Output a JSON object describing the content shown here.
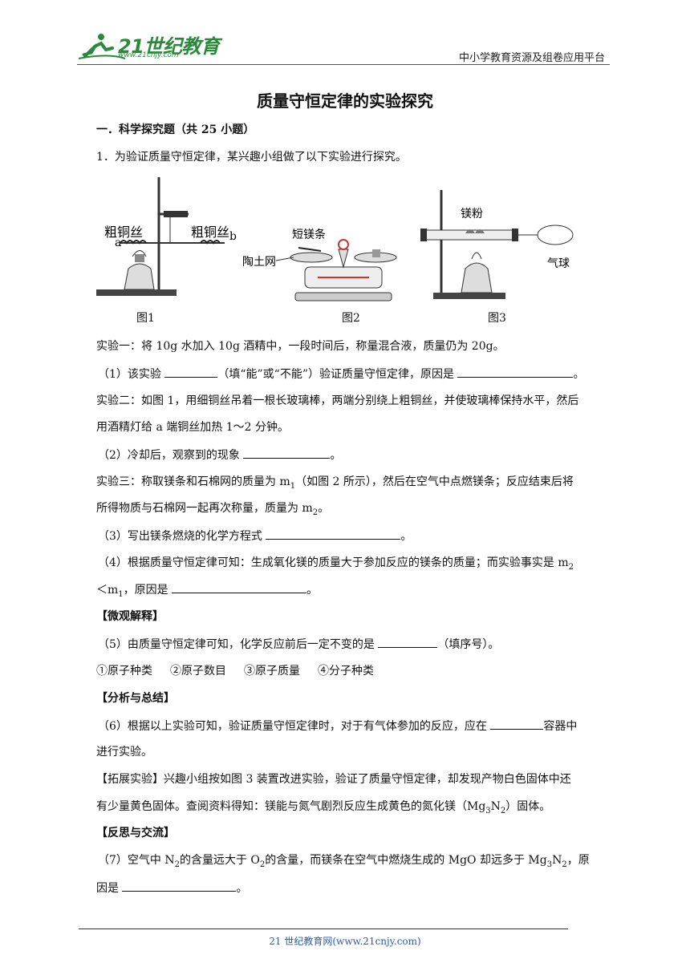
{
  "header": {
    "logo_text": "21世纪教育",
    "logo_url": "www.21cnjy.com",
    "right_text": "中小学教育资源及组卷应用平台"
  },
  "title": "质量守恒定律的实验探究",
  "section": "一．科学探究题（共 25 小题）",
  "q1_intro": "1．为验证质量守恒定律，某兴趣小组做了以下实验进行探究。",
  "figures": {
    "fig1": {
      "caption": "图1",
      "label_left": "粗铜丝",
      "label_right": "粗铜丝",
      "a": "a",
      "b": "b"
    },
    "fig2": {
      "caption": "图2",
      "label_top": "短镁条",
      "label_left": "陶土网"
    },
    "fig3": {
      "caption": "图3",
      "label_top": "镁粉",
      "label_right": "气球"
    }
  },
  "exp1": "实验一：将 10g 水加入 10g 酒精中，一段时间后，称量混合液，质量仍为 20g。",
  "q1_1": {
    "a": "（1）该实验 ",
    "b": "（填“能”或“不能”）验证质量守恒定律，原因是 ",
    "c": "。"
  },
  "exp2_l1": "实验二：如图 1，用细铜丝吊着一根长玻璃棒，两端分别绕上粗铜丝，并使玻璃棒保持水平，然后",
  "exp2_l2": "用酒精灯给 a 端铜丝加热 1～2 分钟。",
  "q1_2": {
    "a": "（2）冷却后，观察到的现象 ",
    "b": "。"
  },
  "exp3_l1": {
    "a": "实验三：称取镁条和石棉网的质量为 m",
    "sub": "1",
    "b": "（如图 2 所示），然后在空气中点燃镁条；反应结束后将"
  },
  "exp3_l2": {
    "a": "所得物质与石棉网一起再次称量，质量为 m",
    "sub": "2",
    "b": "。"
  },
  "q1_3": {
    "a": "（3）写出镁条燃烧的化学方程式 ",
    "b": "。"
  },
  "q1_4_l1": {
    "a": "（4）根据质量守恒定律可知：生成氧化镁的质量大于参加反应的镁条的质量；而实验事实是 m",
    "sub": "2"
  },
  "q1_4_l2": {
    "a": "＜m",
    "sub": "1",
    "b": "，原因是 ",
    "c": "。"
  },
  "micro": "【微观解释】",
  "q1_5": {
    "a": "（5）由质量守恒定律可知，化学反应前后一定不变的是 ",
    "b": "（填序号）。"
  },
  "options": [
    "①原子种类",
    "②原子数目",
    "③原子质量",
    "④分子种类"
  ],
  "analysis": "【分析与总结】",
  "q1_6_l1": {
    "a": "（6）根据以上实验可知，验证质量守恒定律时，对于有气体参加的反应，应在 ",
    "b": "容器中"
  },
  "q1_6_l2": "进行实验。",
  "ext_l1": "【拓展实验】兴趣小组按如图 3 装置改进实验，验证了质量守恒定律，却发现产物白色固体中还",
  "ext_l2": {
    "a": "有少量黄色固体。查阅资料得知：镁能与氮气剧烈反应生成黄色的氮化镁（Mg",
    "s1": "3",
    "b": "N",
    "s2": "2",
    "c": "）固体。"
  },
  "reflect": "【反思与交流】",
  "q1_7_l1": {
    "a": "（7）空气中 N",
    "s1": "2",
    "b": "的含量远大于 O",
    "s2": "2",
    "c": "的含量，而镁条在空气中燃烧生成的 MgO 却远多于 Mg",
    "s3": "3",
    "d": "N",
    "s4": "2",
    "e": "，原"
  },
  "q1_7_l2": {
    "a": "因是 ",
    "b": "。"
  },
  "footer": "21 世纪教育网(www.21cnjy.com)"
}
